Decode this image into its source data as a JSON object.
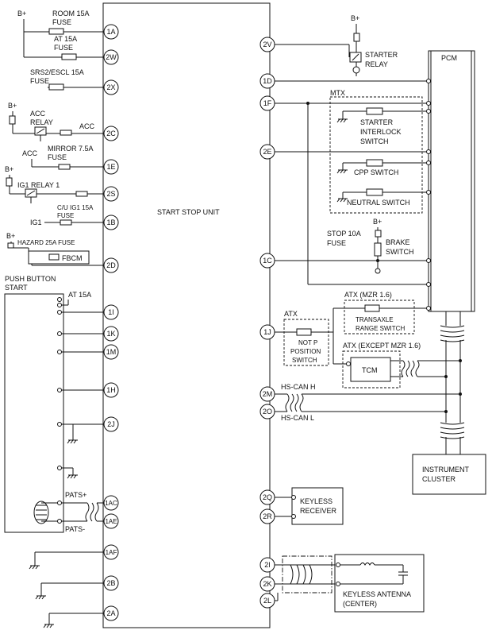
{
  "unit_label": "START STOP UNIT",
  "pcm_label": "PCM",
  "mtx_label": "MTX",
  "atx_label": "ATX",
  "atx_mzr_label": "ATX (MZR 1.6)",
  "atx_except_label": "ATX (EXCEPT MZR 1.6)",
  "labels": {
    "b_plus": "B+",
    "acc": "ACC",
    "ig1": "IG1",
    "room_fuse_1": "ROOM 15A",
    "room_fuse_2": "FUSE",
    "at_fuse_1": "AT 15A",
    "at_fuse_2": "FUSE",
    "srs_fuse_1": "SRS2/ESCL 15A",
    "srs_fuse_2": "FUSE",
    "acc_relay_1": "ACC",
    "acc_relay_2": "RELAY",
    "mirror_fuse_1": "MIRROR 7.5A",
    "mirror_fuse_2": "FUSE",
    "ig1_relay": "IG1 RELAY 1",
    "cu_fuse_1": "C/U IG1 15A",
    "cu_fuse_2": "FUSE",
    "hazard_fuse": "HAZARD 25A FUSE",
    "fbcm": "FBCM",
    "push_button_1": "PUSH BUTTON",
    "push_button_2": "START",
    "at_15a": "AT 15A",
    "pats_plus": "PATS+",
    "pats_minus": "PATS-",
    "starter_relay_1": "STARTER",
    "starter_relay_2": "RELAY",
    "starter_interlock_1": "STARTER",
    "starter_interlock_2": "INTERLOCK",
    "starter_interlock_3": "SWITCH",
    "cpp_switch": "CPP SWITCH",
    "neutral_switch": "NEUTRAL SWITCH",
    "stop_fuse_1": "STOP 10A",
    "stop_fuse_2": "FUSE",
    "brake_switch_1": "BRAKE",
    "brake_switch_2": "SWITCH",
    "transaxle_1": "TRANSAXLE",
    "transaxle_2": "RANGE SWITCH",
    "notp_1": "NOT P",
    "notp_2": "POSITION",
    "notp_3": "SWITCH",
    "tcm": "TCM",
    "hs_can_h": "HS-CAN H",
    "hs_can_l": "HS-CAN L",
    "instrument_1": "INSTRUMENT",
    "instrument_2": "CLUSTER",
    "keyless_receiver_1": "KEYLESS",
    "keyless_receiver_2": "RECEIVER",
    "keyless_antenna_1": "KEYLESS ANTENNA",
    "keyless_antenna_2": "(CENTER)"
  },
  "left_pins": [
    "1A",
    "2W",
    "2X",
    "2C",
    "1E",
    "2S",
    "1B",
    "2D",
    "1I",
    "1K",
    "1M",
    "1H",
    "2J",
    "1AC",
    "1AE",
    "1AF",
    "2B",
    "2A"
  ],
  "right_pins": [
    "2V",
    "1D",
    "1F",
    "2E",
    "1C",
    "1J",
    "2M",
    "2O",
    "2Q",
    "2R",
    "2I",
    "2K",
    "2L"
  ]
}
